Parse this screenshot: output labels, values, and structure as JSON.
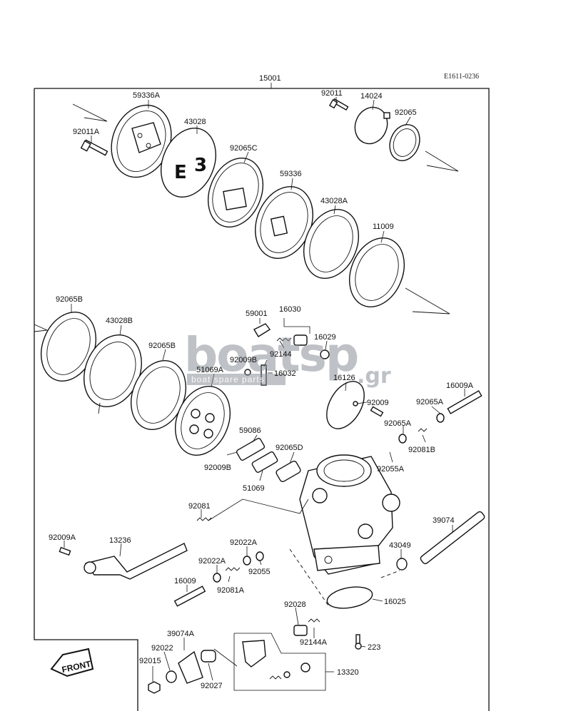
{
  "diagram": {
    "assembly_number": "15001",
    "drawing_code": "E1611-0236",
    "front_label": "FRONT",
    "watermark": {
      "main": "boatsp",
      "suffix": ".gr",
      "subtitle": "boat spare parts"
    },
    "part_labels": {
      "p59336A": "59336A",
      "p43028": "43028",
      "p92011A": "92011A",
      "p92011": "92011",
      "p14024": "14024",
      "p92065": "92065",
      "p92065C": "92065C",
      "p59336": "59336",
      "p43028A": "43028A",
      "p11009": "11009",
      "p92065B_a": "92065B",
      "p43028B": "43028B",
      "p92065B_b": "92065B",
      "p51069A": "51069A",
      "p59001": "59001",
      "p16030": "16030",
      "p16029": "16029",
      "p92144": "92144",
      "p92009B_a": "92009B",
      "p16032": "16032",
      "p16126": "16126",
      "p92009_a": "92009",
      "p16009A": "16009A",
      "p92065A_a": "92065A",
      "p92065A_b": "92065A",
      "p92081B": "92081B",
      "p59086": "59086",
      "p92065D": "92065D",
      "p92009B_b": "92009B",
      "p51069": "51069",
      "p92055A": "92055A",
      "p92081": "92081",
      "p39074": "39074",
      "p92009A": "92009A",
      "p13236": "13236",
      "p92022A_a": "92022A",
      "p92022A_b": "92022A",
      "p92055": "92055",
      "p43049": "43049",
      "p92081A": "92081A",
      "p16009": "16009",
      "p92028": "92028",
      "p16025": "16025",
      "p92144A": "92144A",
      "p39074A": "39074A",
      "p223": "223",
      "p92022": "92022",
      "p92015": "92015",
      "p92027": "92027",
      "p13320": "13320"
    }
  }
}
